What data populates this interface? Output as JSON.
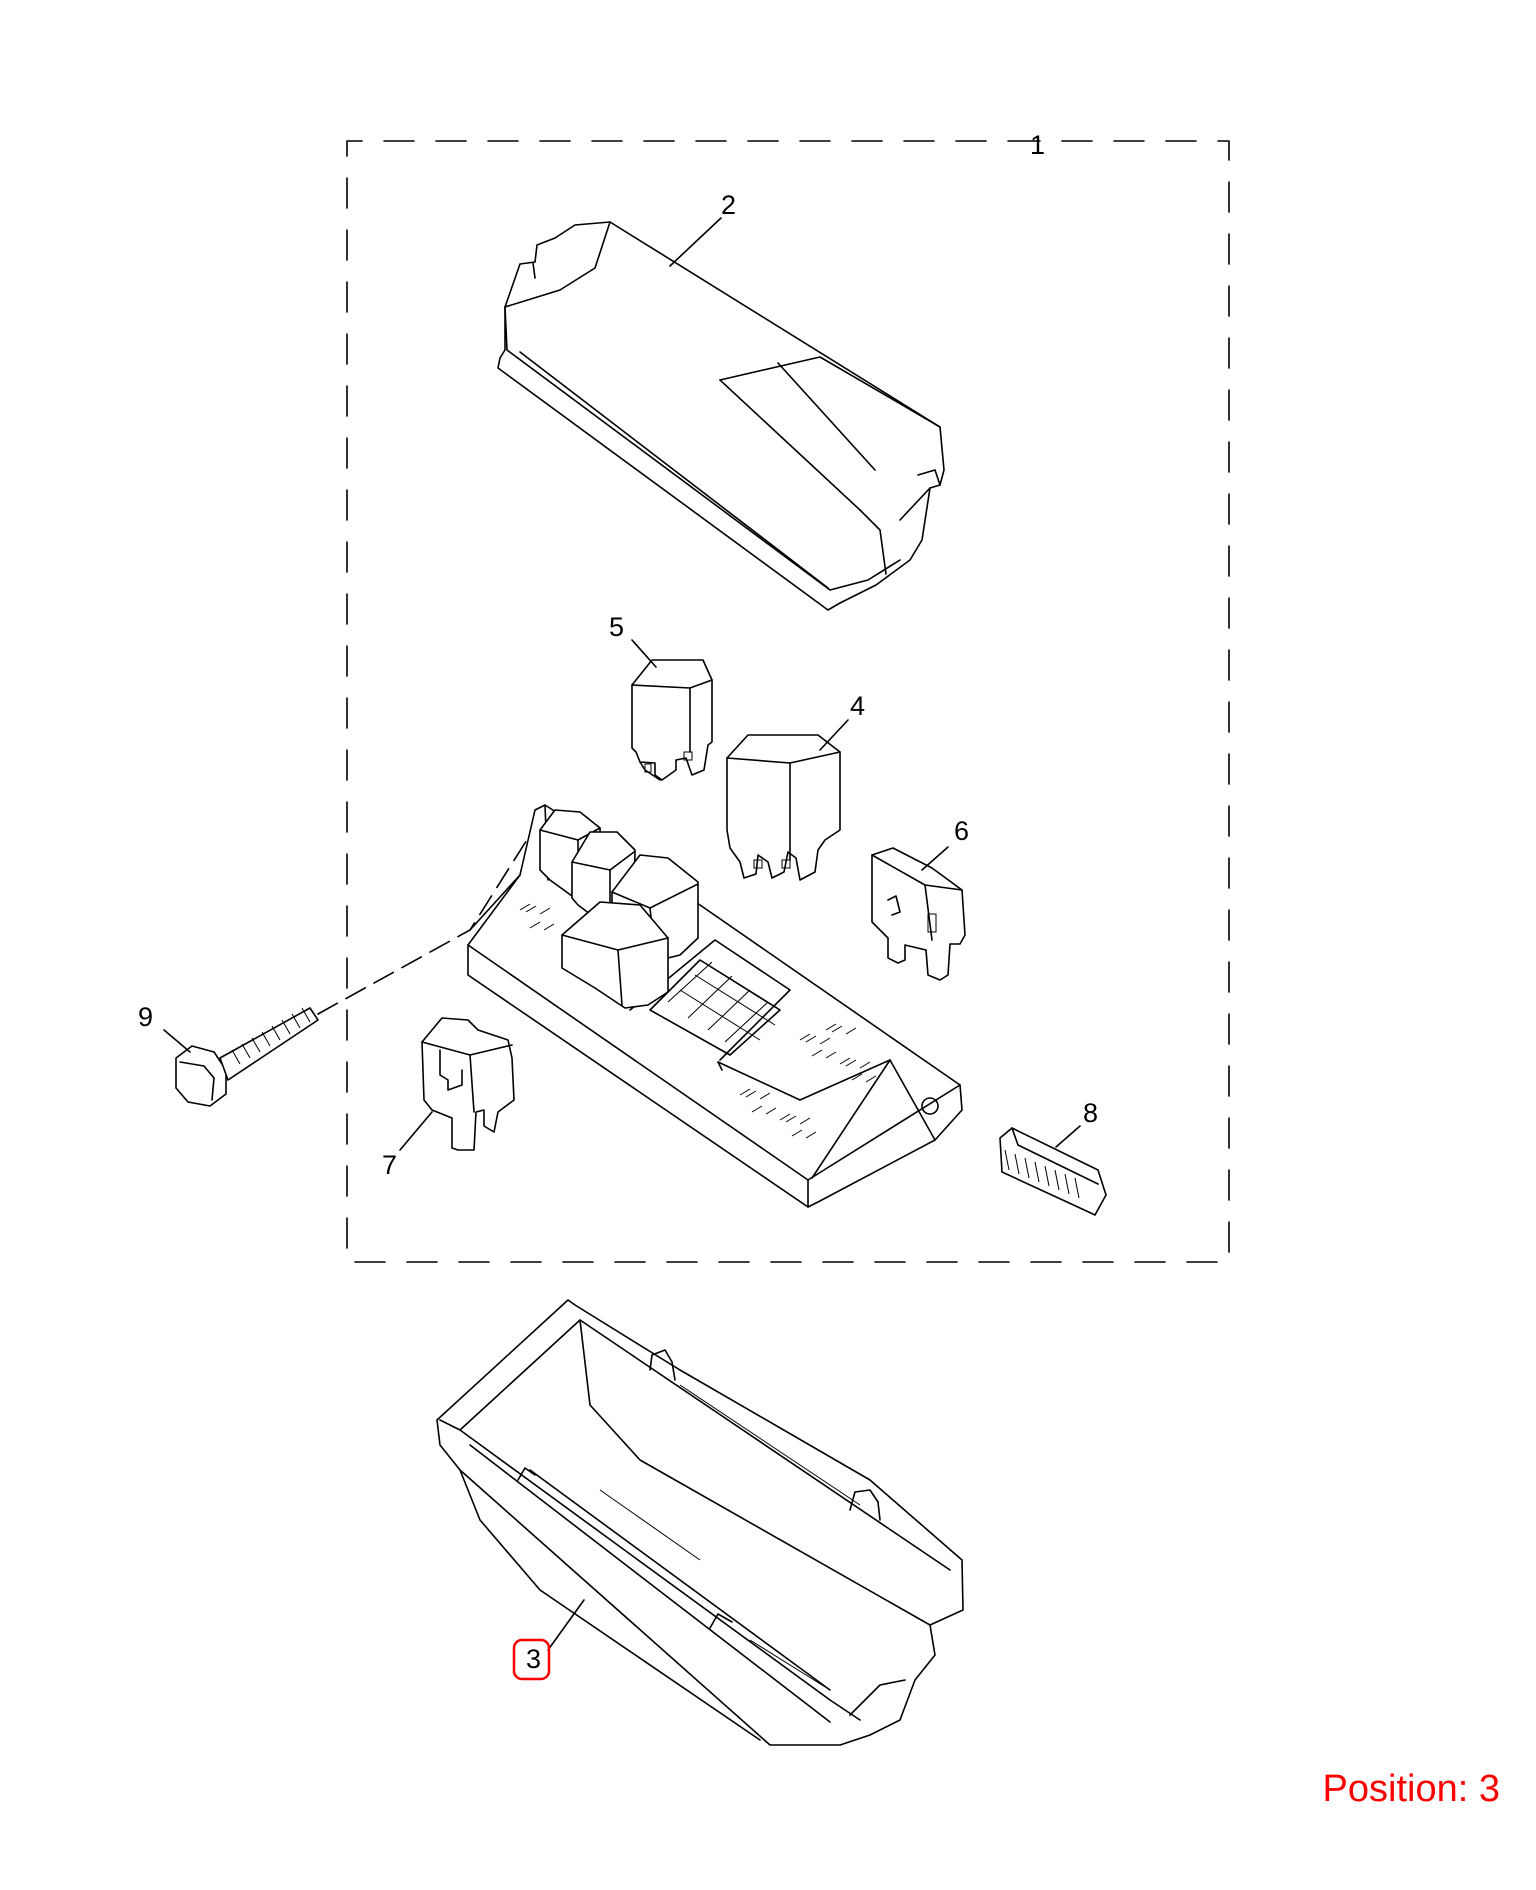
{
  "callouts": {
    "c1": "1",
    "c2": "2",
    "c3": "3",
    "c4": "4",
    "c5": "5",
    "c6": "6",
    "c7": "7",
    "c8": "8",
    "c9": "9"
  },
  "position_label": "Position: 3",
  "highlight_color": "#ff0000"
}
